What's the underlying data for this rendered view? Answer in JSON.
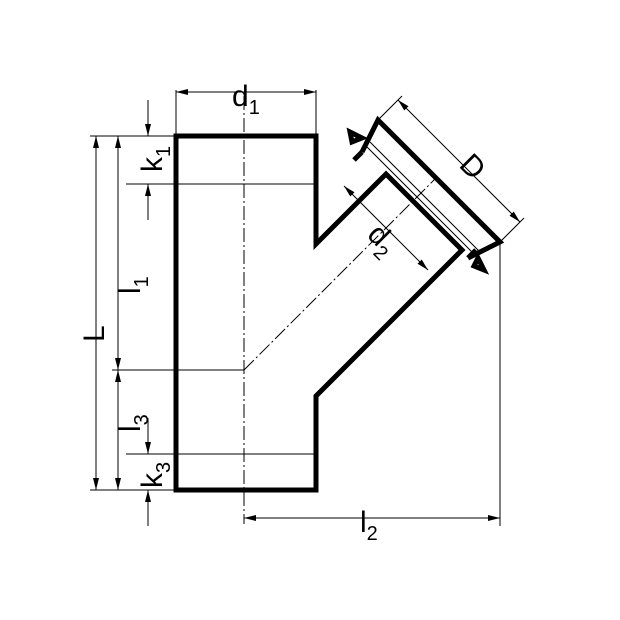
{
  "labels": {
    "d1": {
      "main": "d",
      "sub": "1"
    },
    "D": {
      "main": "D"
    },
    "d2": {
      "main": "d",
      "sub": "2"
    },
    "k1": {
      "main": "k",
      "sub": "1"
    },
    "l1": {
      "main": "l",
      "sub": "1"
    },
    "L": {
      "main": "L"
    },
    "l3": {
      "main": "l",
      "sub": "3"
    },
    "k3": {
      "main": "k",
      "sub": "3"
    },
    "l2": {
      "main": "l",
      "sub": "2"
    }
  }
}
